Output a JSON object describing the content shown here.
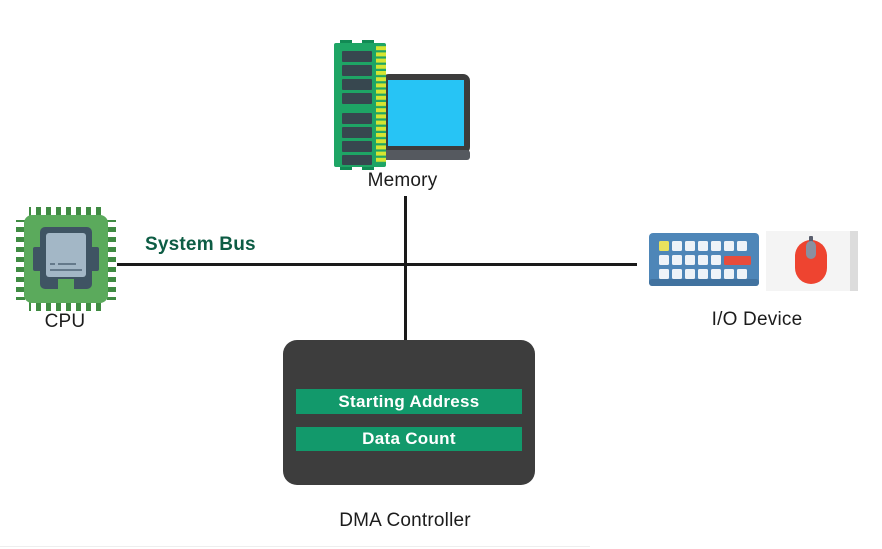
{
  "diagram": {
    "bus": {
      "label": "System Bus",
      "line_color": "#1a1a1a",
      "label_color": "#0d5c44"
    },
    "nodes": {
      "memory": {
        "label": "Memory",
        "icons": [
          "ram-icon",
          "laptop-icon"
        ]
      },
      "cpu": {
        "label": "CPU",
        "icons": [
          "cpu-chip-icon"
        ]
      },
      "io_device": {
        "label": "I/O Device",
        "icons": [
          "keyboard-icon",
          "mouse-icon"
        ]
      },
      "dma_controller": {
        "label": "DMA Controller",
        "registers": [
          "Starting Address",
          "Data Count"
        ],
        "box_color": "#3d3d3d",
        "register_bar_color": "#12996b"
      }
    },
    "palette": {
      "ram_green": "#1ea565",
      "ram_pin_yellow": "#d6e531",
      "ram_chip_gray": "#37474f",
      "laptop_screen_cyan": "#27c4f5",
      "cpu_green": "#5baa5c",
      "keyboard_blue": "#4e86b8",
      "key_yellow": "#e9e25d",
      "key_red": "#e74c3c",
      "mouse_red": "#ee4430"
    }
  }
}
